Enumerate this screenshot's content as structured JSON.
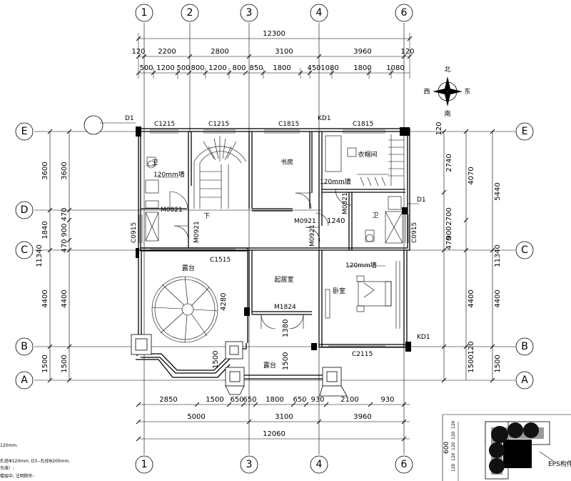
{
  "grid_axes": {
    "numbers": [
      "1",
      "2",
      "3",
      "4",
      "6"
    ],
    "letters": [
      "E",
      "D",
      "C",
      "B",
      "A"
    ]
  },
  "dims": {
    "top_total": "12300",
    "top_mid": [
      "120",
      "2200",
      "2800",
      "3100",
      "3960",
      "120"
    ],
    "top_detail": [
      "500",
      "1200",
      "500",
      "800",
      "1200",
      "800",
      "850",
      "1800",
      "450",
      "1080",
      "1800",
      "1080"
    ],
    "bottom_detail": [
      "2850",
      "1500",
      "650",
      "650",
      "1800",
      "650",
      "930",
      "2100",
      "930"
    ],
    "bottom_mid": [
      "5000",
      "3100",
      "3960"
    ],
    "bottom_total": "12060",
    "left_outer": [
      "3600",
      "1840",
      "11340",
      "4400",
      "1500"
    ],
    "left_inner": [
      "3600",
      "470",
      "900",
      "470",
      "4400",
      "1500"
    ],
    "right_inner": [
      "120",
      "2740",
      "2700",
      "470",
      "900",
      "4400",
      "120",
      "1500"
    ],
    "right_mid": [
      "4070",
      "5440"
    ],
    "right_outer": [
      "11340",
      "4400",
      "1500"
    ],
    "inner_misc": [
      "1240",
      "4280",
      "1380",
      "1500",
      "1500"
    ]
  },
  "labels": {
    "d1_top": "D1",
    "d1_right": "D1",
    "c1215_a": "C1215",
    "c1215_b": "C1215",
    "c1815_a": "C1815",
    "c1815_b": "C1815",
    "kd1_top": "KD1",
    "kd1_right": "KD1",
    "m0821_a": "M0821",
    "m0821_b": "M0821",
    "m0921_a": "M0921",
    "m0921_b": "M0921",
    "m0921_c": "M0921",
    "c0915_a": "C0915",
    "c0915_b": "C0915",
    "c1515": "C1515",
    "m1824": "M1824",
    "c2115": "C2115",
    "wall_a": "120mm墙",
    "wall_b": "120mm墙",
    "wall_c": "120mm墙",
    "down": "下"
  },
  "rooms": {
    "bath_a": "卫",
    "bath_b": "卫",
    "study": "书房",
    "closet": "衣帽间",
    "terrace_a": "露台",
    "terrace_b": "露台",
    "living": "起居室",
    "bedroom": "卧室"
  },
  "compass": {
    "n": "北",
    "s": "南",
    "w": "西",
    "e": "东"
  },
  "notes": [
    "120mm.",
    "孔径Φ120mm. D3--孔径Φ200mm.",
    "为准）:",
    "楼层中, 注明除外:"
  ],
  "legend": {
    "label": "EPS构件",
    "dims": [
      "120",
      "120",
      "120",
      "120",
      "120",
      "600"
    ]
  }
}
